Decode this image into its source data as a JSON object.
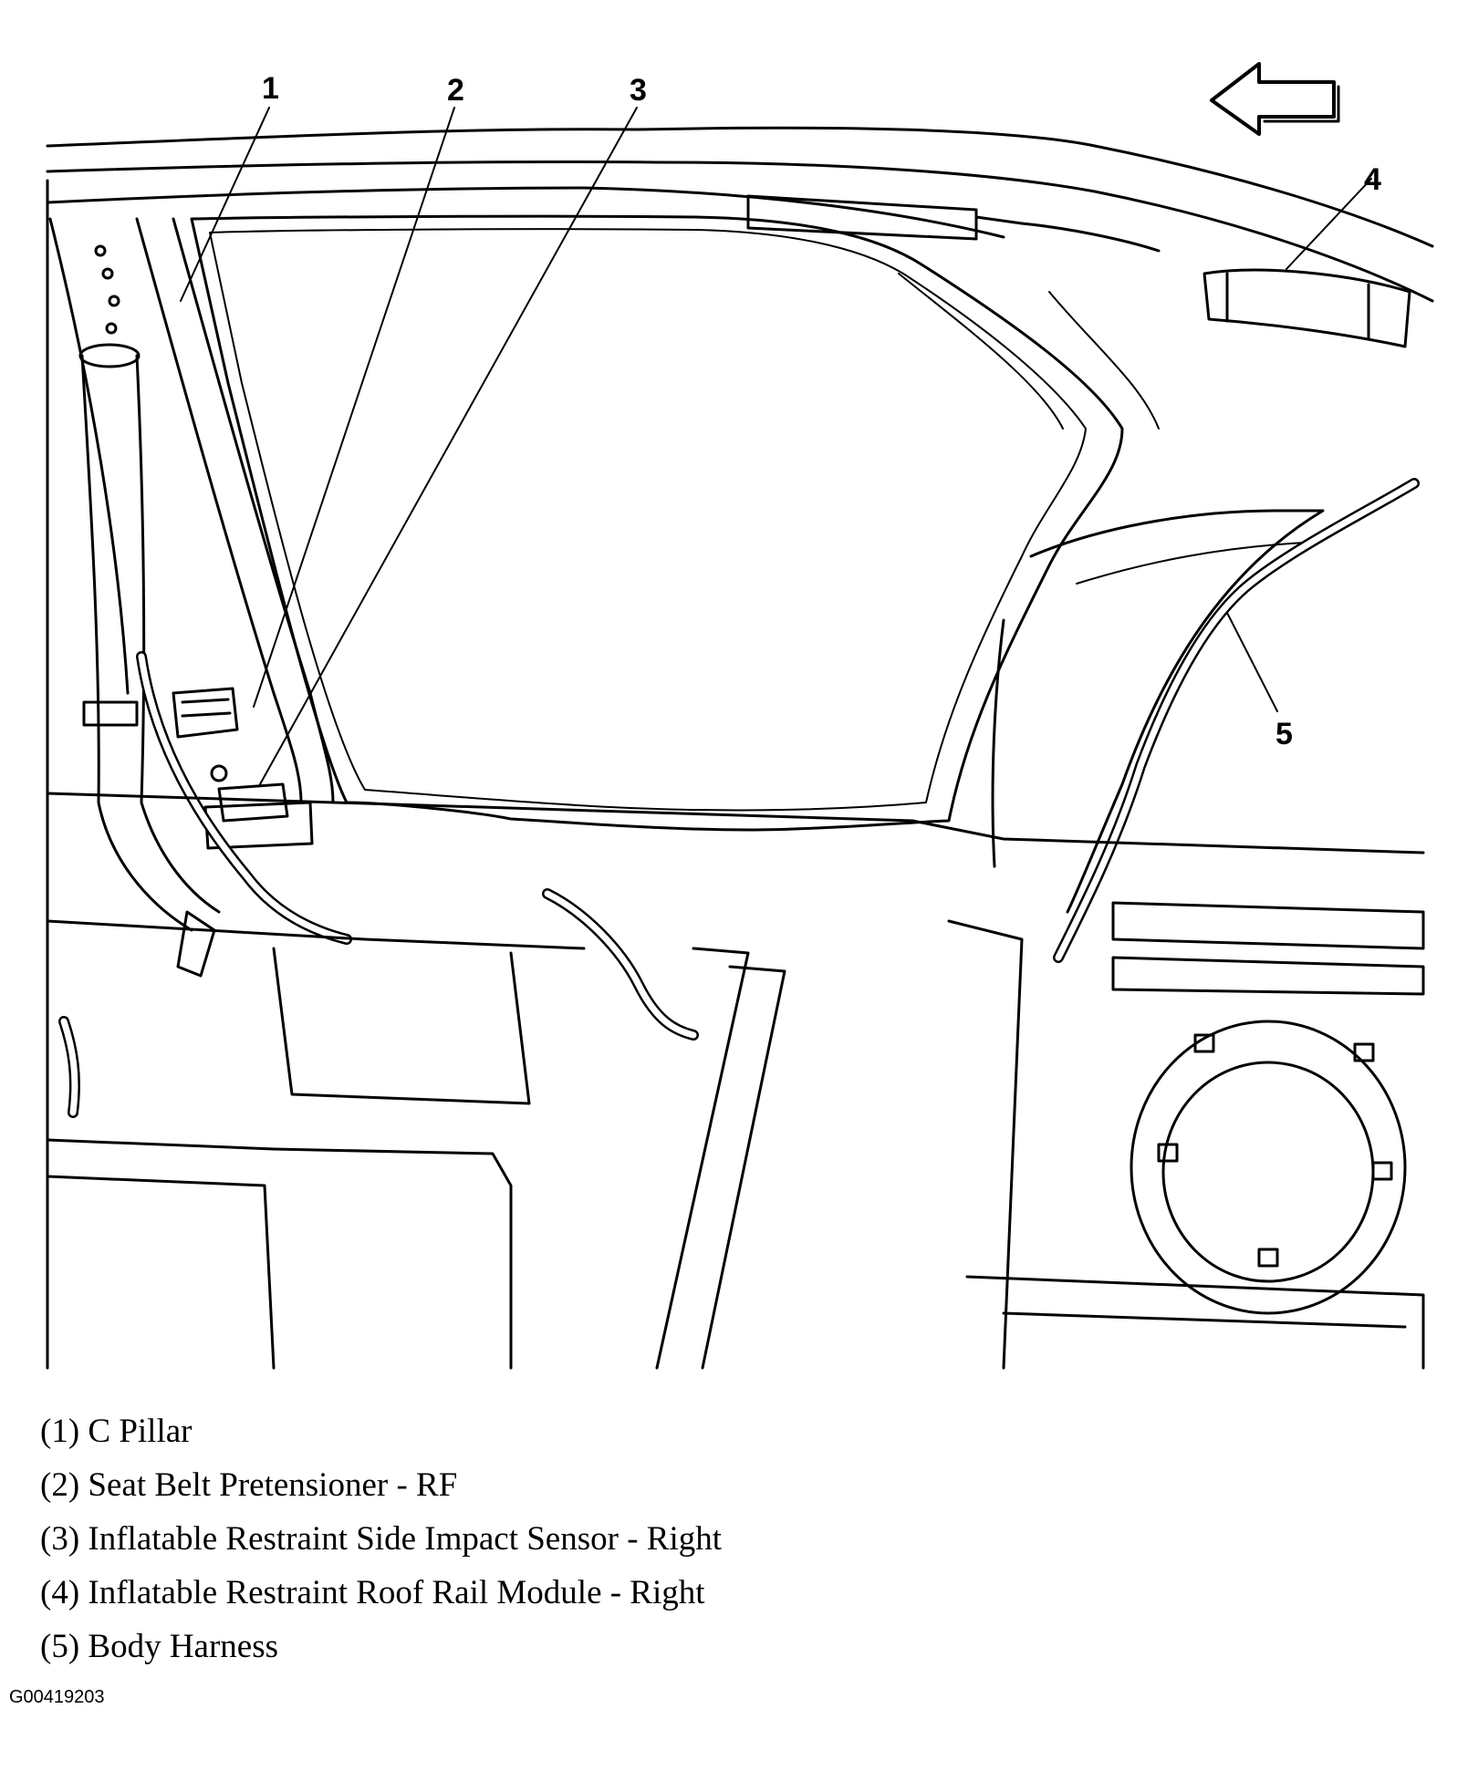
{
  "callouts": [
    "1",
    "2",
    "3",
    "4",
    "5"
  ],
  "legend": [
    "(1) C Pillar",
    "(2) Seat Belt Pretensioner - RF",
    "(3) Inflatable Restraint Side Impact Sensor - Right",
    "(4) Inflatable Restraint Roof Rail Module - Right",
    "(5) Body Harness"
  ],
  "figure_id": "G00419203",
  "icons": [
    "direction-arrow-icon"
  ]
}
